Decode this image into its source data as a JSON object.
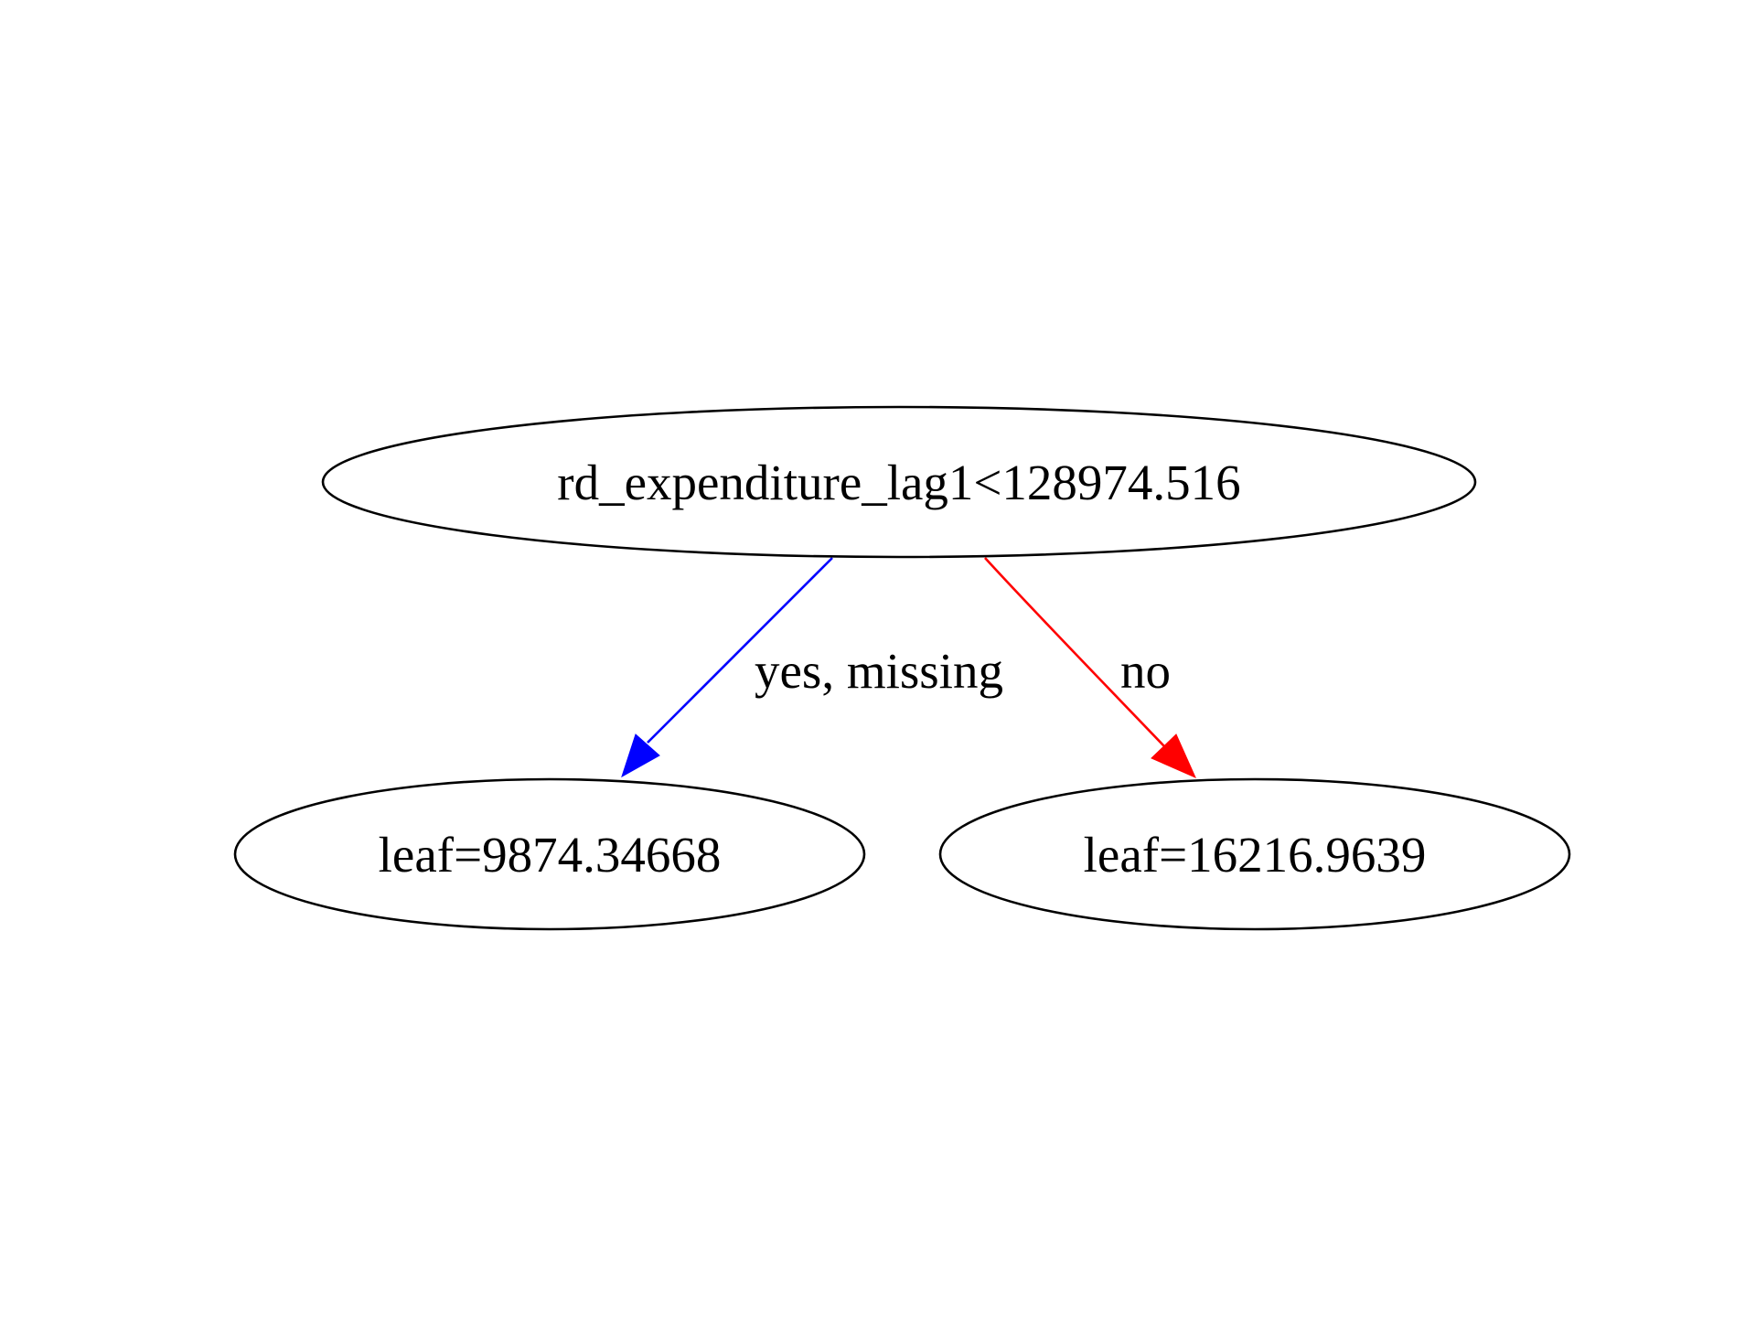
{
  "diagram": {
    "root": {
      "label": "rd_expenditure_lag1<128974.516"
    },
    "leaves": [
      {
        "label": "leaf=9874.34668"
      },
      {
        "label": "leaf=16216.9639"
      }
    ],
    "edges": [
      {
        "label": "yes, missing",
        "color": "#0000ff"
      },
      {
        "label": "no",
        "color": "#ff0000"
      }
    ]
  }
}
